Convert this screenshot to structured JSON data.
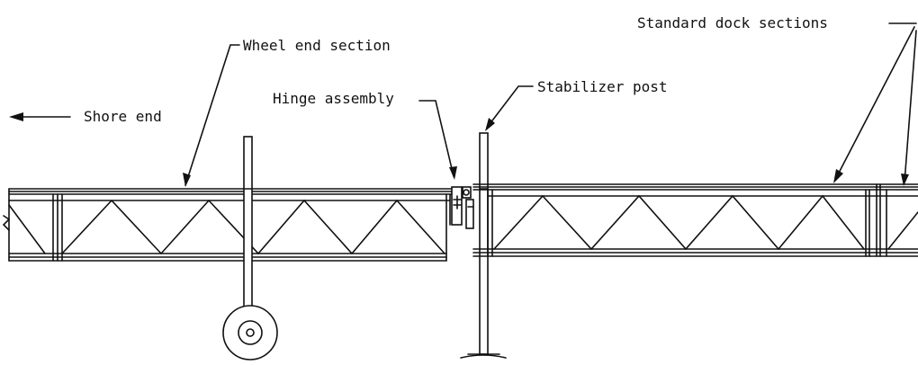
{
  "labels": {
    "standard_sections": "Standard dock sections",
    "wheel_end": "Wheel end section",
    "stabilizer": "Stabilizer post",
    "hinge": "Hinge assembly",
    "shore": "Shore end"
  },
  "colors": {
    "line": "#111111",
    "background": "#ffffff"
  }
}
